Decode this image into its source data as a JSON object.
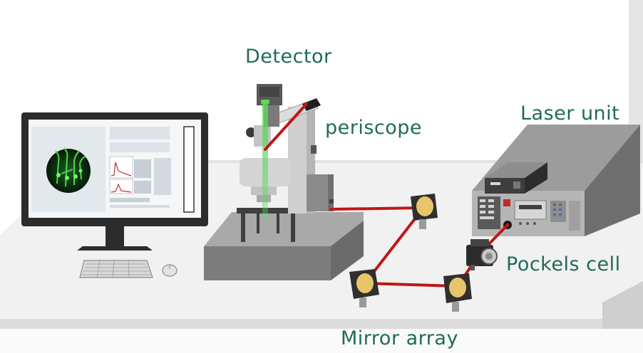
{
  "labels": {
    "detector": "Detector",
    "periscope": "periscope",
    "laser_unit": "Laser unit",
    "pockels_cell": "Pockels cell",
    "mirror_array": "Mirror array"
  },
  "colors": {
    "label_text": "#1f6b5a",
    "laser_beam": "#c01616",
    "fluorescence": "#39c43a",
    "table_top": "#f1f1f1",
    "mirror_face": "#e9c56a",
    "equipment_gray": "#8a8a8a"
  },
  "icons": {
    "computer": "monitor-icon",
    "keyboard": "keyboard-icon",
    "mouse": "mouse-icon",
    "microscope": "microscope-icon",
    "laser": "laser-unit-icon",
    "mirror": "mirror-mount-icon"
  }
}
